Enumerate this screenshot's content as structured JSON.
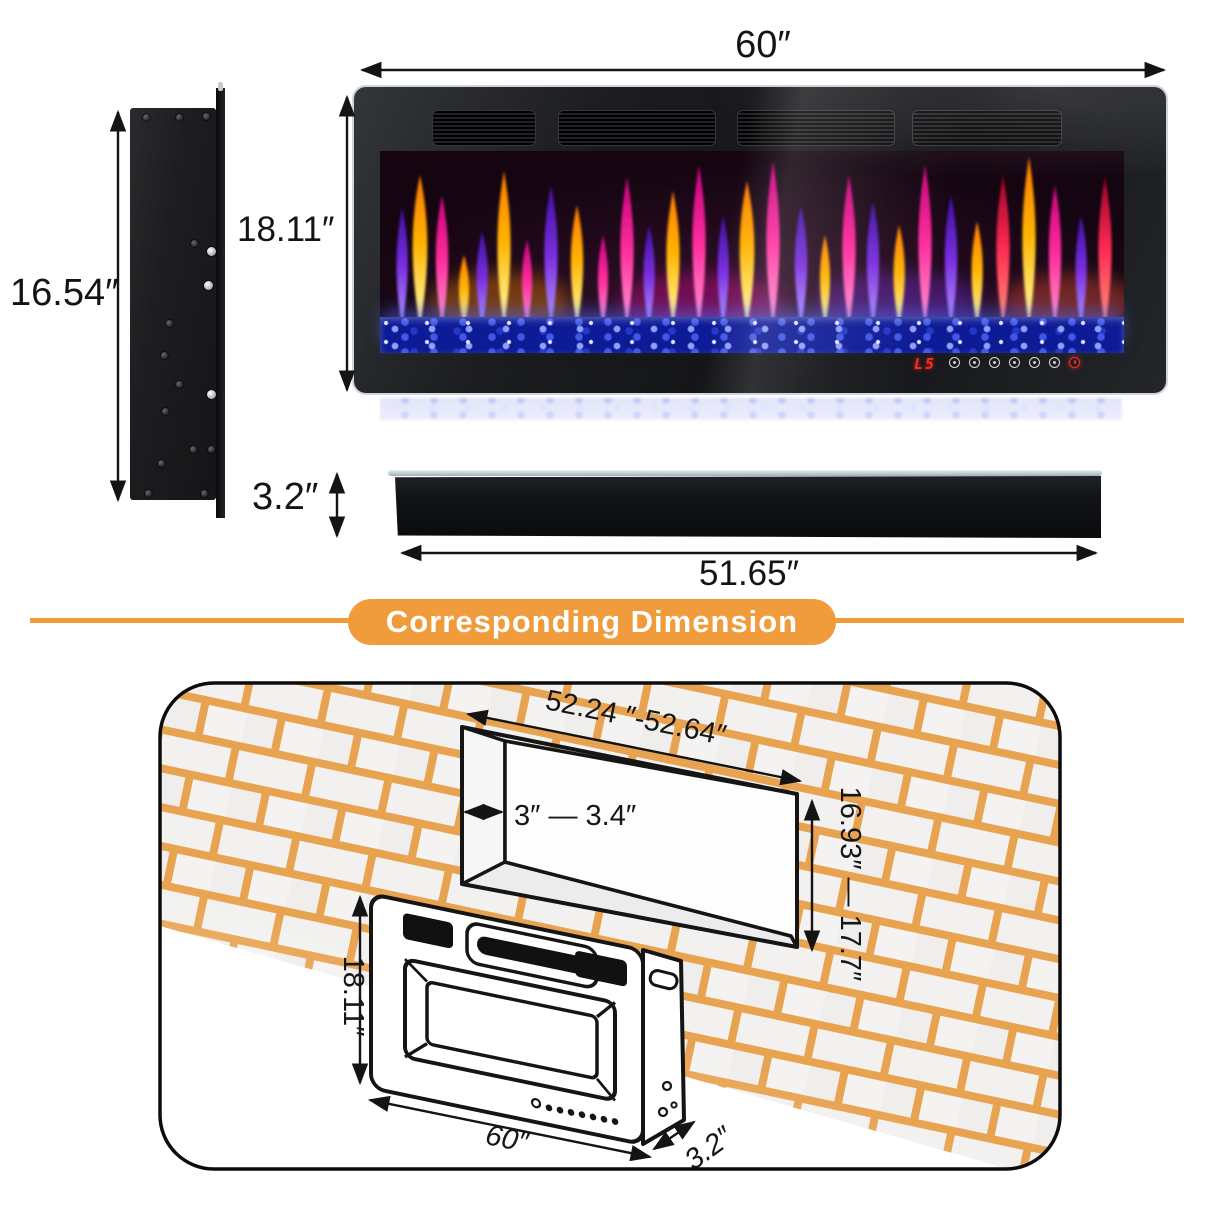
{
  "top": {
    "front_width": "60″",
    "front_height": "18.11″",
    "side_height": "16.54″",
    "base_depth": "3.2″",
    "base_width": "51.65″",
    "display": "L5",
    "control_icons": [
      "heater-icon",
      "timer-icon",
      "flame-icon",
      "flame-color-icon",
      "brightness-icon",
      "media-icon",
      "power-icon"
    ]
  },
  "banner": {
    "label": "Corresponding Dimension"
  },
  "wall": {
    "niche_width": "52.24 ″-52.64″",
    "niche_depth": "3″ — 3.4″",
    "niche_height": "16.93″ — 17.7″",
    "unit_height": "18.11″",
    "unit_width": "60″",
    "unit_depth": "3.2″"
  },
  "colors": {
    "accent": "#f09c3c",
    "mortar": "#e8a351",
    "display_red": "#ff2a1e"
  }
}
